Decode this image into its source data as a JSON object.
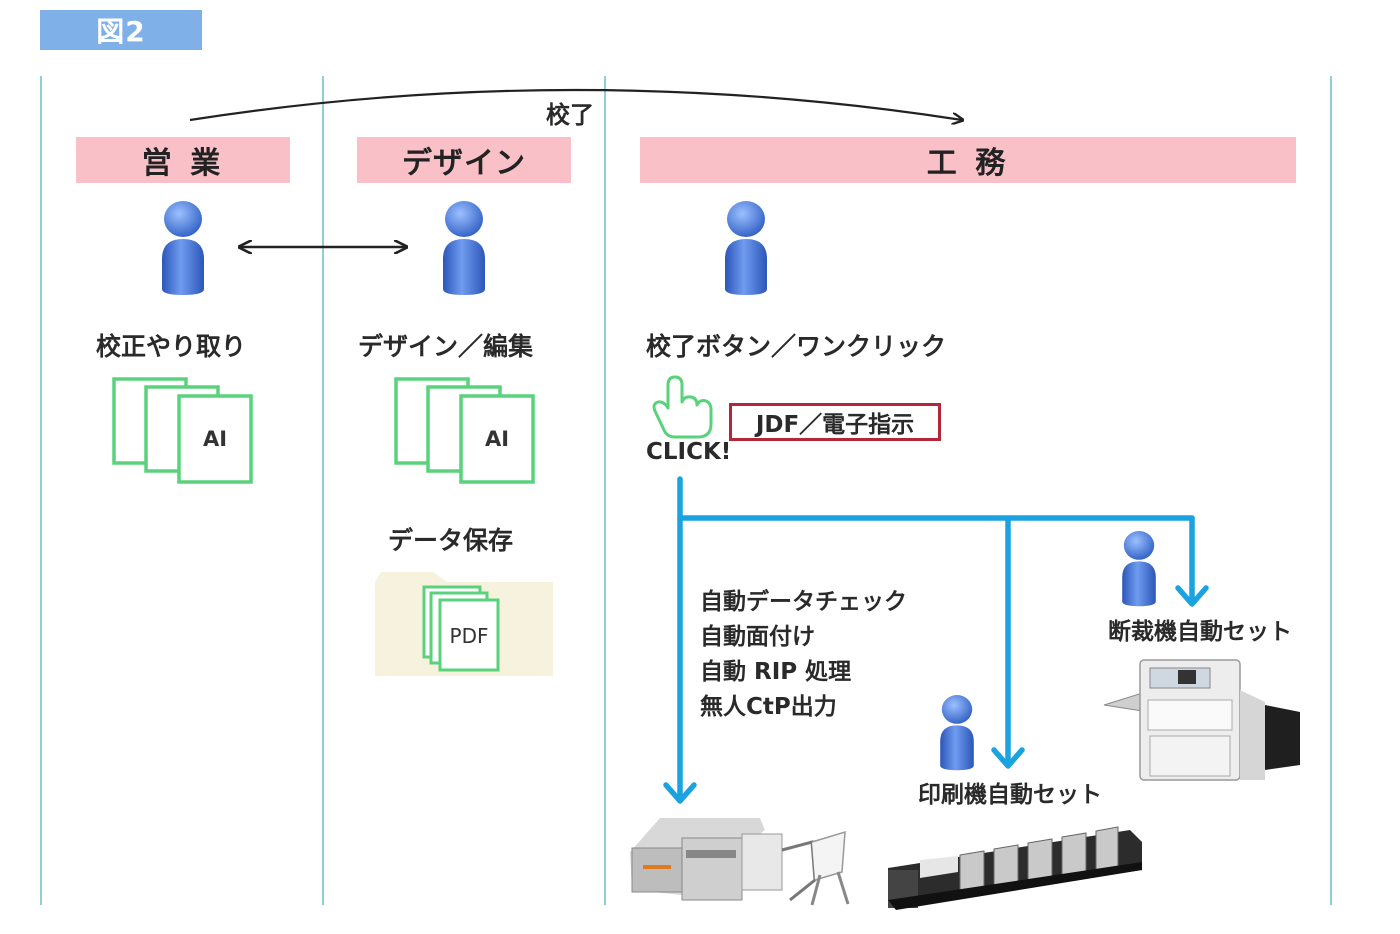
{
  "figure_label": "図2",
  "headers": {
    "sales": "営 業",
    "design": "デザイン",
    "production": "工 務"
  },
  "top_arrow_label": "校了",
  "captions": {
    "sales": "校正やり取り",
    "design": "デザイン／編集",
    "production": "校了ボタン／ワンクリック",
    "data_save": "データ保存"
  },
  "documents": {
    "ai_label": "AI",
    "pdf_label": "PDF"
  },
  "click_label": "CLICK!",
  "jdf_label": "JDF／電子指示",
  "process_steps": [
    "自動データチェック",
    "自動面付け",
    "自動 RIP 処理",
    "無人CtP出力"
  ],
  "outputs": {
    "cutter": "断裁機自動セット",
    "press": "印刷機自動セット"
  },
  "colors": {
    "header_bg": "#f9c0c8",
    "figure_tag_bg": "#7fb0e8",
    "divider": "#8fcfd6",
    "flow_arrow": "#1aa3e0",
    "doc_outline": "#5ad27c",
    "person_blue": "#3d6fd1",
    "jdf_border": "#b3273a",
    "folder_bg": "#f7f2dd"
  },
  "icons": [
    "person-icon",
    "document-stack-icon",
    "folder-icon",
    "hand-pointer-icon",
    "ctp-machine-icon",
    "printing-press-icon",
    "paper-cutter-icon"
  ]
}
